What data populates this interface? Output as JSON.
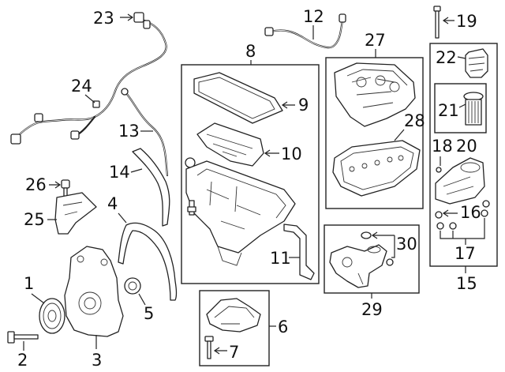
{
  "callouts": {
    "c1": "1",
    "c2": "2",
    "c3": "3",
    "c4": "4",
    "c5": "5",
    "c6": "6",
    "c7": "7",
    "c8": "8",
    "c9": "9",
    "c10": "10",
    "c11": "11",
    "c12": "12",
    "c13": "13",
    "c14": "14",
    "c15": "15",
    "c16": "16",
    "c17": "17",
    "c18": "18",
    "c19": "19",
    "c20": "20",
    "c21": "21",
    "c22": "22",
    "c23": "23",
    "c24": "24",
    "c25": "25",
    "c26": "26",
    "c27": "27",
    "c28": "28",
    "c29": "29",
    "c30": "30"
  },
  "colors": {
    "line": "#222222",
    "background": "#ffffff"
  }
}
